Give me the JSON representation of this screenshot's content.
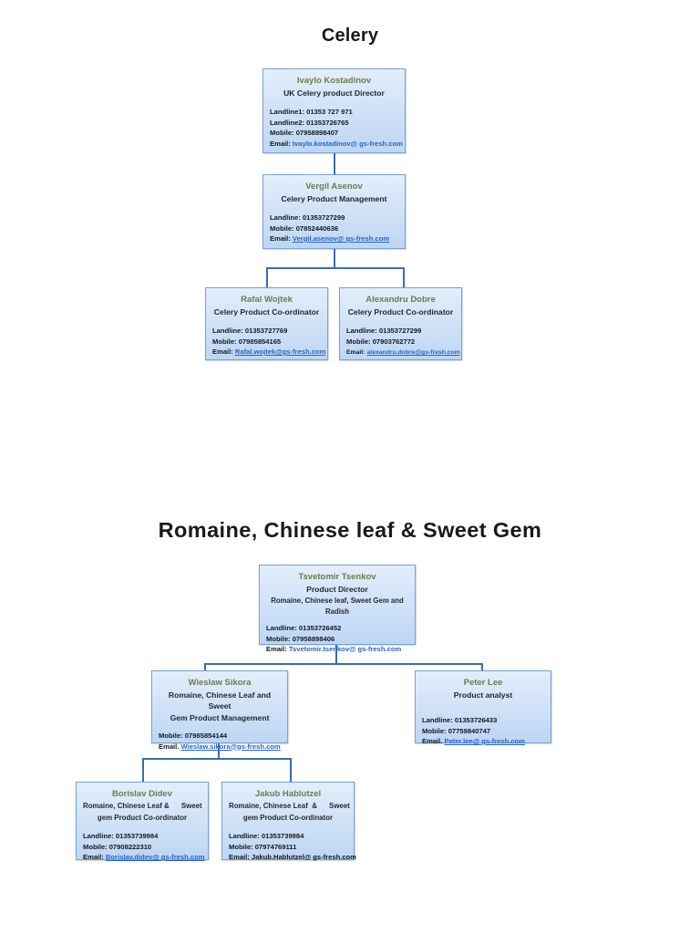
{
  "document": {
    "sections": [
      {
        "id": "celery",
        "title": "Celery"
      },
      {
        "id": "romaine",
        "title": "Romaine, Chinese leaf & Sweet Gem"
      }
    ]
  },
  "labels": {
    "landline1": "Landline1:",
    "landline2": "Landline2:",
    "landline": "Landline:",
    "mobile": "Mobile:",
    "email": "Email:",
    "email_dot": "Email."
  },
  "celery": {
    "director": {
      "name": "Ivaylo Kostadinov",
      "role": "UK Celery product Director",
      "landline1": "01353 727 971",
      "landline2": "01353726765",
      "mobile": "07958898407",
      "email": "Ivaylo.kostadinov@ gs-fresh.com"
    },
    "manager": {
      "name": "Vergil Asenov",
      "role": "Celery Product Management",
      "landline": "01353727299",
      "mobile": "07852440636",
      "email": "Vergil.asenov@ gs-fresh.com"
    },
    "coordinator_left": {
      "name": "Rafal Wojtek",
      "role": "Celery Product Co-ordinator",
      "landline": "01353727769",
      "mobile": "07985854165",
      "email": "Rafal.wojtek@gs-fresh.com"
    },
    "coordinator_right": {
      "name": "Alexandru Dobre",
      "role": "Celery Product Co-ordinator",
      "landline": "01353727299",
      "mobile": "07903762772",
      "email": "alexandru.dobre@gs-fresh.com"
    }
  },
  "romaine": {
    "director": {
      "name": "Tsvetomir Tsenkov",
      "role": "Product Director",
      "role2": "Romaine, Chinese leaf, Sweet Gem and Radish",
      "landline": "01353726452",
      "mobile": "07958898406",
      "email": "Tsvetomir.tsenkov@ gs-fresh.com"
    },
    "manager": {
      "name": "Wieslaw Sikora",
      "role": "Romaine, Chinese Leaf and Sweet",
      "role2": "Gem Product Management",
      "mobile": "07985854144",
      "email": "Wieslaw.sikora@gs-fresh.com"
    },
    "analyst": {
      "name": "Peter Lee",
      "role": "Product analyst",
      "landline": "01353726433",
      "mobile": "07759840747",
      "email": "Peter.lee@ gs-fresh.com"
    },
    "coordinator_left": {
      "name": "Borislav Didev",
      "role": "Romaine, Chinese Leaf &      Sweet",
      "role2": "gem Product Co-ordinator",
      "landline": "01353739984",
      "mobile": "07908222310",
      "email": "Borislav.didev@ gs-fresh.com"
    },
    "coordinator_right": {
      "name": "Jakub Hablutzel",
      "role": "Romaine, Chinese Leaf  &      Sweet",
      "role2": "gem Product Co-ordinator",
      "landline": "01353739984",
      "mobile": "07974769111",
      "email": "Jakub.Hablutzel@ gs-fresh.com"
    }
  },
  "colors": {
    "box_border": "#7ba2d0",
    "box_fill_top": "#e3eefb",
    "box_fill_bottom": "#bdd6f4",
    "connector": "#3b6ea8",
    "name_text": "#6f7a4f",
    "link": "#2b62c4"
  }
}
